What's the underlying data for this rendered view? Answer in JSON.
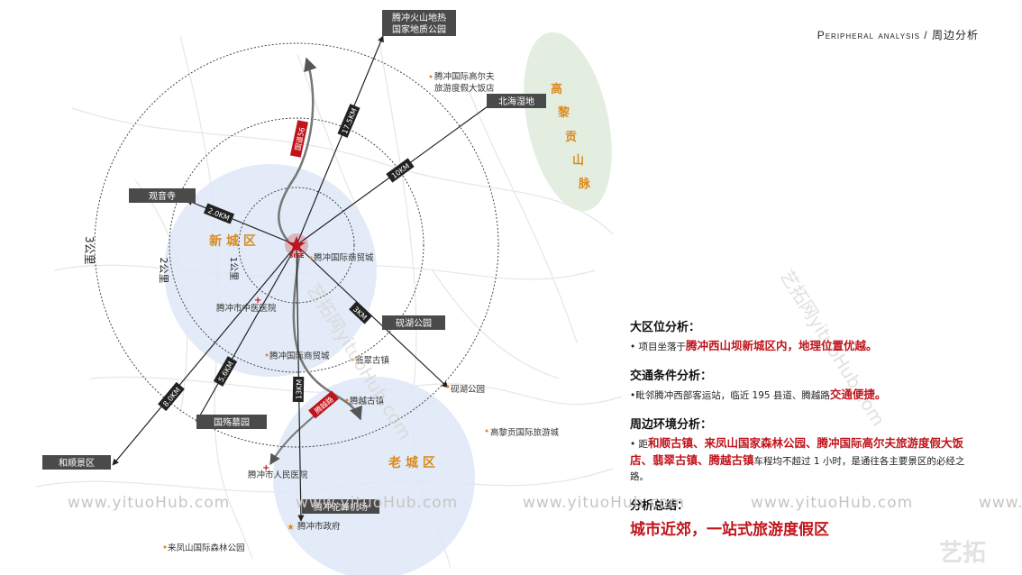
{
  "header": {
    "en": "Peripheral analysis",
    "sep": "/",
    "cn": "周边分析"
  },
  "rings": {
    "r3": "3公里",
    "r2": "2公里",
    "r1": "1公里"
  },
  "districts": {
    "new": "新 城 区",
    "old": "老 城 区"
  },
  "site_label": "SITE",
  "mountain": [
    "高",
    "黎",
    "贡",
    "山",
    "脉"
  ],
  "callouts": {
    "geopark": [
      "腾冲火山地热",
      "国家地质公园"
    ],
    "beihai": "北海湿地",
    "guanyin": "观音寺",
    "yanhu": "砚湖公园",
    "guoshang": "国殇墓园",
    "heshun": "和顺景区",
    "airport": "腾冲驼峰机场"
  },
  "distances": {
    "geopark": "17.5KM",
    "beihai": "10KM",
    "guanyin": "2.0KM",
    "yanhu": "3KM",
    "guoshang": "5.6KM",
    "heshun": "8.0KM",
    "airport": "13KM"
  },
  "road_labels": {
    "g56": "国道56",
    "tengyue": "腾越路"
  },
  "pois": {
    "golf_hotel": [
      "腾冲国际高尔夫",
      "旅游度假大饭店"
    ],
    "commerce_city": "腾冲国际商贸城",
    "tcm_hospital": "腾冲市中医医院",
    "trade_city": "腾冲国际商贸城",
    "feicui": "翡翠古镇",
    "yanhu_park": "砚湖公园",
    "tengyue_town": "腾越古镇",
    "gaoligong_resort": "高黎贡国际旅游城",
    "people_hospital": "腾冲市人民医院",
    "gov": "腾冲市政府",
    "forest_park": "来凤山国际森林公园"
  },
  "analysis": {
    "s1_title": "大区位分析：",
    "s1_prefix": "• 项目坐落于",
    "s1_hl": "腾冲西山坝新城区内，地理位置优越。",
    "s2_title": "交通条件分析：",
    "s2_prefix": "•毗邻腾冲西部客运站，临近 195 县道、腾越路",
    "s2_hl": "交通便捷。",
    "s3_title": "周边环境分析：",
    "s3_prefix": "• 距",
    "s3_hl": "和顺古镇、来凤山国家森林公园、腾冲国际高尔夫旅游度假大饭店、翡翠古镇、腾越古镇",
    "s3_suffix": "车程均不超过 1 小时，是通往各主要景区的必经之路。",
    "s4_title": "分析总结：",
    "s4_hl": "城市近郊，一站式旅游度假区"
  },
  "watermarks": [
    "www.yituoHub.com",
    "www.yituoHub.com",
    "www.yituoHub.com",
    "www.yituoHub.com",
    "www.y"
  ],
  "diag_watermark_1": "艺拓网yituoHub.com",
  "diag_watermark_2": "艺拓网yituoHub.com",
  "logo_mark": "艺拓",
  "colors": {
    "red": "#c0141c",
    "label_box": "#4a4a4a",
    "blue_zone": "#dde8f6",
    "mountain_zone": "#e4eee0",
    "orange": "#d98a1f"
  }
}
